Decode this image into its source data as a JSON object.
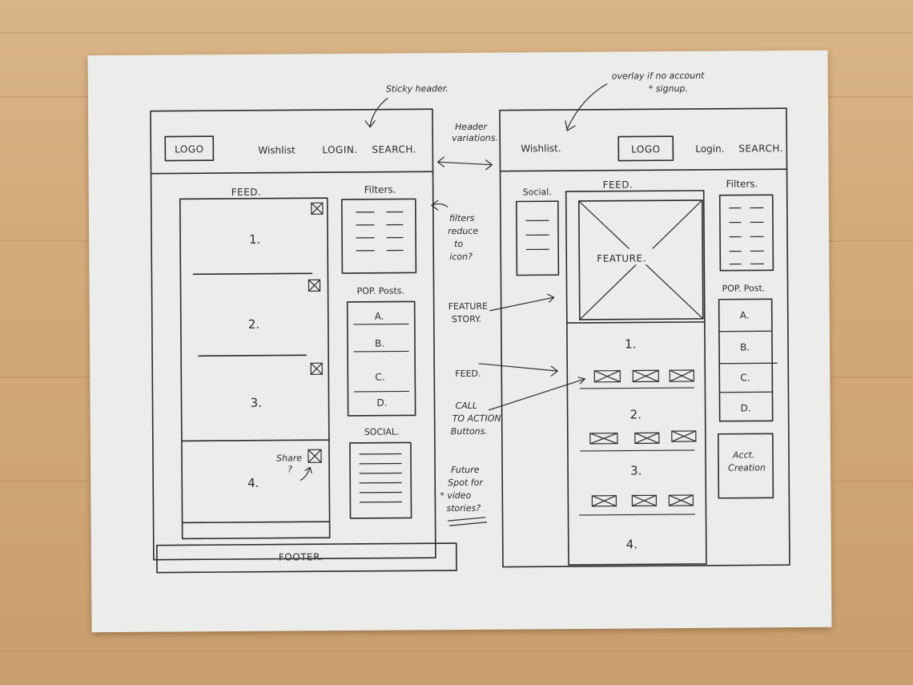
{
  "left_wireframe": {
    "header": {
      "logo": "LOGO",
      "nav": [
        "Wishlist",
        "LOGIN.",
        "SEARCH."
      ]
    },
    "feed_label": "FEED.",
    "feed_items": [
      "1.",
      "2.",
      "3.",
      "4."
    ],
    "share_label": "Share",
    "share_q": "?",
    "filters_label": "Filters.",
    "pop_posts_label": "POP. Posts.",
    "pop_posts": [
      "A.",
      "B.",
      "C.",
      "D."
    ],
    "social_label": "SOCIAL.",
    "footer": "FOOTER."
  },
  "right_wireframe": {
    "header": {
      "nav_left": "Wishlist.",
      "logo": "LOGO",
      "nav_right": [
        "Login.",
        "SEARCH."
      ]
    },
    "social_label": "Social.",
    "feed_label": "FEED.",
    "feature_label": "FEATURE.",
    "feed_items": [
      "1.",
      "2.",
      "3.",
      "4."
    ],
    "filters_label": "Filters.",
    "pop_posts_label": "POP. Post.",
    "pop_posts": [
      "A.",
      "B.",
      "C.",
      "D."
    ],
    "account_creation": [
      "Acct.",
      "Creation"
    ]
  },
  "annotations": {
    "sticky_header": "Sticky header.",
    "header_variations": [
      "Header",
      "variations."
    ],
    "overlay_note": [
      "overlay if no account",
      "* signup."
    ],
    "filters_reduce": [
      "filters",
      "reduce",
      "to",
      "icon?"
    ],
    "feature_story": [
      "FEATURE",
      "STORY."
    ],
    "feed": "FEED.",
    "cta_buttons": [
      "CALL",
      "TO ACTION",
      "Buttons."
    ],
    "future_spot": [
      "Future",
      "Spot for",
      "* video",
      "stories?"
    ]
  }
}
